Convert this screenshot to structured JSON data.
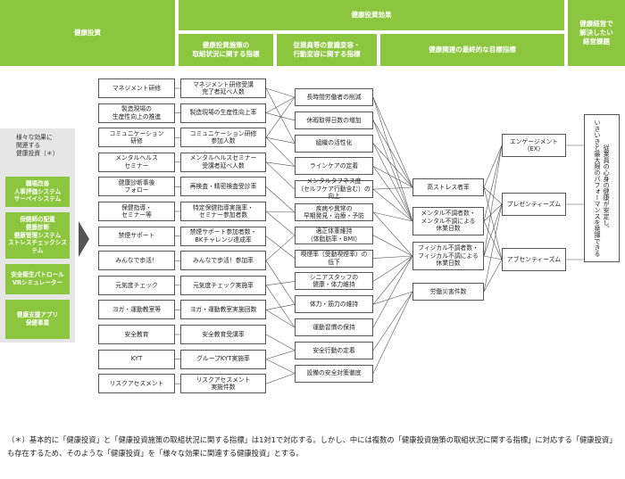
{
  "header": {
    "col1": "健康投資",
    "col2": "健康投資効果",
    "col3": "健康経営で\n解決したい\n経営課題",
    "sub1": "健康投資施策の\n取組状況に関する指標",
    "sub2": "従業員等の意識変容・\n行動変容に関する指標",
    "sub3": "健康関連の最終的な目標指標"
  },
  "side": {
    "title": "様々な効果に\n関連する\n健康投資（＊）",
    "items": [
      "職場改善\n人事評価システム\nサーベイシステム",
      "保健師の配置\n健康診断\n健康管理システム\nストレスチェックシステム",
      "安全衛生パトロール\nVRシミュレーター",
      "健康支援アプリ\n保健事業"
    ]
  },
  "investments": [
    "マネジメント研修",
    "製造現場の\n生産性向上の推進",
    "コミュニケーション\n研修",
    "メンタルヘルス\nセミナー",
    "健康診断事後\nフォロー",
    "保健指導・\nセミナー等",
    "禁煙サポート",
    "みんなで歩活！",
    "元気度チェック",
    "ヨガ・運動教室等",
    "安全教育",
    "KYT",
    "リスクアセスメント"
  ],
  "indicators": [
    "マネジメント研修受講\n完了者延べ人数",
    "製造現場の生産性向上率",
    "コミュニケーション研修\n参加人数",
    "メンタルヘルスセミナー\n受講者延べ人数",
    "再検査・精密検査受診率",
    "特定保健指導実施率・\nセミナー参加者数",
    "禁煙サポート参加者数・\nBKチャレンジ達成率",
    "みんなで歩活！参加率",
    "元気度チェック実施率",
    "ヨガ・運動教室実施回数",
    "安全教育受講率",
    "グループKYT実施率",
    "リスクアセスメント\n実施件数"
  ],
  "behaviors": [
    "長時間労働者の削減",
    "休暇取得日数の増加",
    "組織の活性化",
    "ラインケアの定着",
    "メンタルタフネス度\n（セルフケア行動含む）の向上",
    "疾病や異常の\n早期発見・治療・予防",
    "適正体重維持\n（体脂肪率・BMI）",
    "喫煙率（受動喫煙率）の\n低下",
    "シニアスタッフの\n健康・体力維持",
    "体力・筋力の維持",
    "運動習慣の保持",
    "安全行動の定着",
    "設備の安全対策徹底"
  ],
  "outcomes": [
    "高ストレス者率",
    "メンタル不調者数・\nメンタル不調による\n休業日数",
    "フィジカル不調者数・\nフィジカル不調による\n休業日数",
    "労働災害件数"
  ],
  "goals": [
    "エンゲージメント\n（EX）",
    "プレゼンティーズム",
    "アブセンティーズム"
  ],
  "final": "従業員の心身の健康が安定し、\nいきいきと最大限のパフォーマンスを発揮できる",
  "footnote": "（＊）基本的に「健康投資」と「健康投資施策の取組状況に関する指標」は1対1で対応する。しかし、中には複数の「健康投資施策の取組状況に関する指標」に対応する「健康投資」も存在するため、そのような「健康投資」を「様々な効果に関連する健康投資」とする。"
}
